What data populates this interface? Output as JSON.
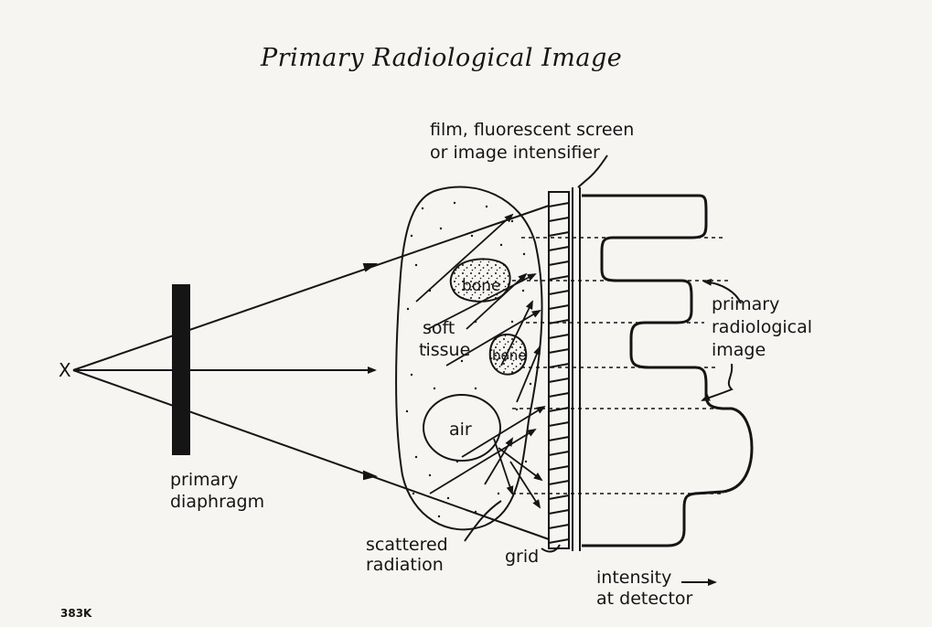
{
  "title": "Primary Radiological Image",
  "labels": {
    "detector_line1": "film, fluorescent screen",
    "detector_line2": "or image intensifier",
    "source": "X",
    "diaphragm_line1": "primary",
    "diaphragm_line2": "diaphragm",
    "soft_line1": "soft",
    "soft_line2": "tissue",
    "bone1": "bone",
    "bone2": "bone",
    "air": "air",
    "scatter_line1": "scattered",
    "scatter_line2": "radiation",
    "grid": "grid",
    "image_line1": "primary",
    "image_line2": "radiological",
    "image_line3": "image",
    "intensity_line1": "intensity",
    "intensity_line2": "at detector",
    "code": "383K"
  },
  "colors": {
    "ink": "#151515",
    "paper": "#f6f5f2"
  }
}
